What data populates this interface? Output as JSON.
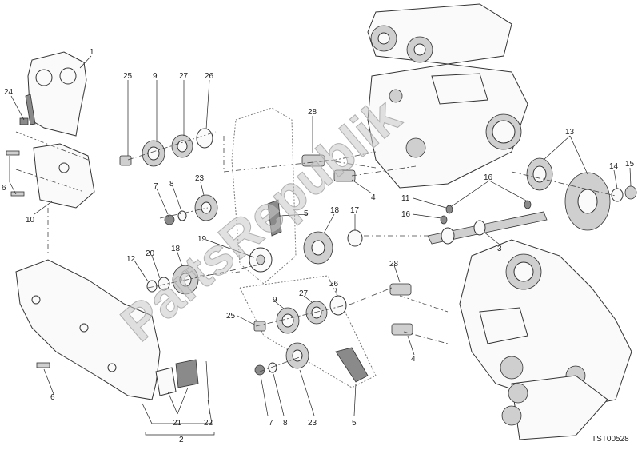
{
  "diagram": {
    "part_labels": [
      "1",
      "24",
      "5",
      "6",
      "10",
      "25",
      "9",
      "27",
      "26",
      "28",
      "23",
      "7",
      "8",
      "4",
      "18",
      "17",
      "19",
      "12",
      "20",
      "18",
      "13",
      "14",
      "15",
      "16",
      "11",
      "16",
      "3",
      "28",
      "9",
      "27",
      "26",
      "25",
      "4",
      "2",
      "21",
      "22",
      "6",
      "7",
      "8",
      "23",
      "5"
    ],
    "group_label": "2",
    "drawing_code": "TST00528",
    "watermark": "PartsRepublik"
  }
}
